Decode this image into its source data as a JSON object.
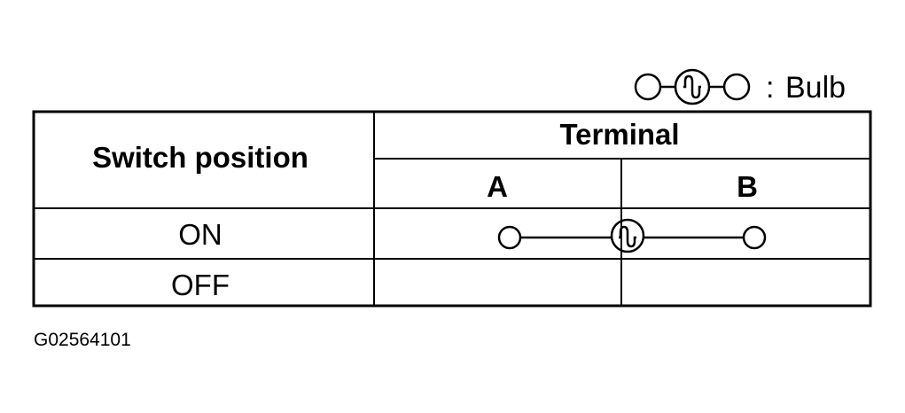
{
  "legend": {
    "symbol_icon": "bulb-symbol-icon",
    "separator": ":",
    "label": "Bulb"
  },
  "table": {
    "header": {
      "switch_position": "Switch position",
      "terminal": "Terminal",
      "terminal_a": "A",
      "terminal_b": "B"
    },
    "rows": [
      {
        "position": "ON",
        "connection": "A-bulb-B"
      },
      {
        "position": "OFF",
        "connection": "none"
      }
    ]
  },
  "footer": {
    "figure_code": "G02564101"
  }
}
